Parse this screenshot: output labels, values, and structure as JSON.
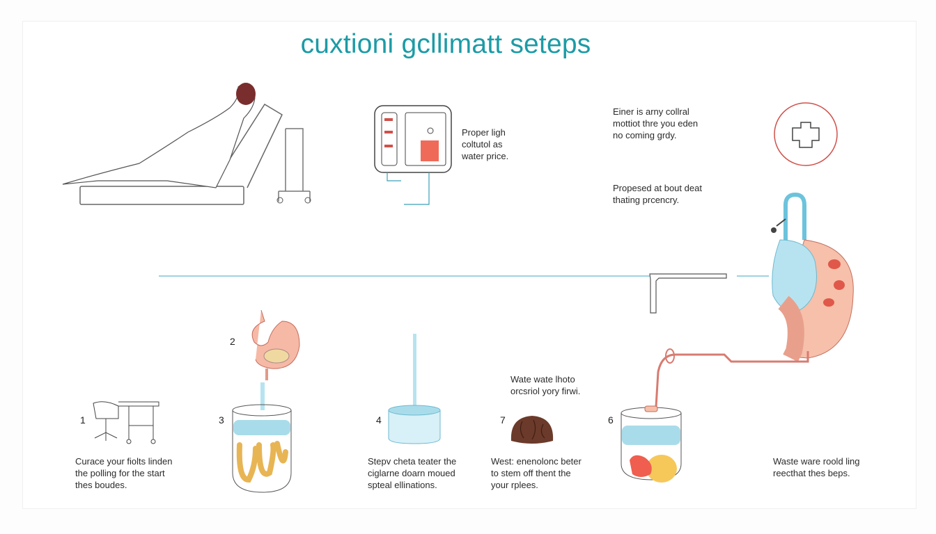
{
  "title": "cuxtioni gcllimatt setеps",
  "captions": {
    "device": "Proper ligh\ncoltutol as\nwater price.",
    "top_right_1": "Einer is arny collral\nmottiot thre you eden\nno coming grdy.",
    "top_right_2": "Propesed at bout deat\nthating prcencry.",
    "step1": "Curace your fiolts linden\nthe polling for the start\nthes boudes.",
    "step4": "Stepv cheta teater the\nciglarne doarn moued\nspteal ellinations.",
    "step7_above": "Wate wate lhoto\norcsriol yory firwi.",
    "step7": "West: enenolonc beter\nto stem off thent the\nyour rplees.",
    "right": "Waste ware roold ling\nreecthat thes beps."
  },
  "steps": {
    "s1": "1",
    "s2": "2",
    "s3": "3",
    "s4": "4",
    "s7": "7",
    "s6": "6"
  },
  "colors": {
    "accent": "#1c9ba6",
    "water": "#a9dcea",
    "tissue": "#f2a994",
    "icon_ring": "#d0504a",
    "brown": "#6b3a2a"
  }
}
